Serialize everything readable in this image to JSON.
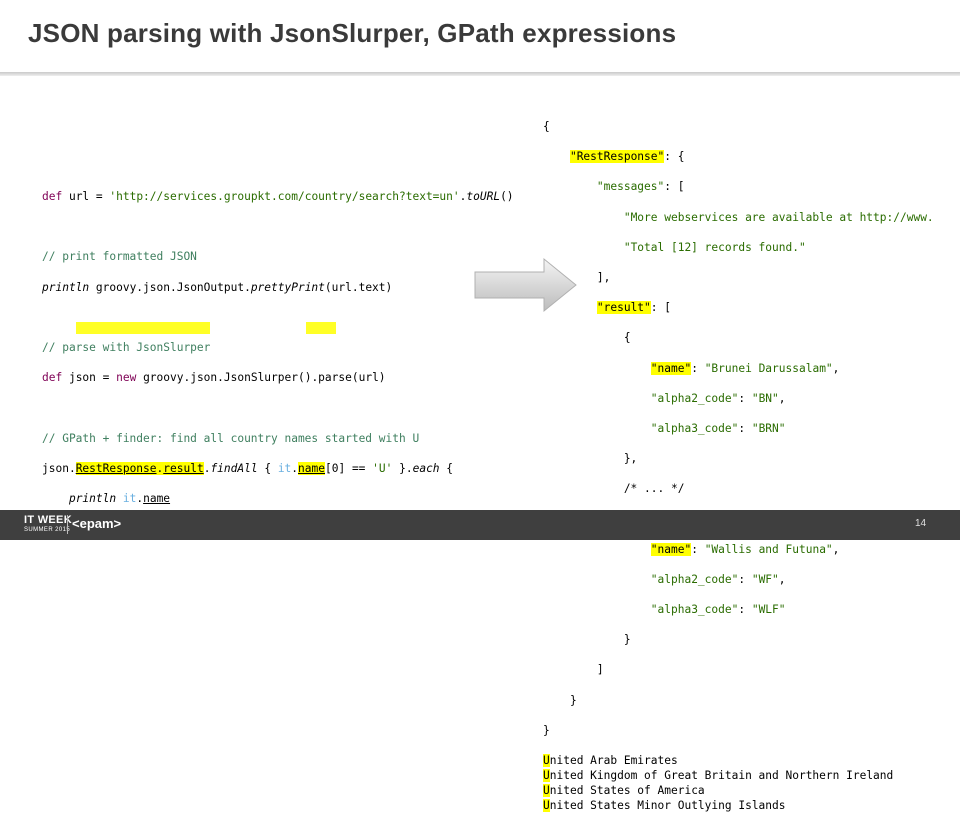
{
  "slide": {
    "title": "JSON parsing with JsonSlurper, GPath expressions",
    "page_number": "14"
  },
  "footer": {
    "logo_line1": "IT WEEK",
    "logo_line2": "SUMMER 2015",
    "brand": "<epam>"
  },
  "groovy": {
    "line1": {
      "kw": "def",
      "a": " url = ",
      "str": "'http://services.groupkt.com/country/search?text=un'",
      "b": ".",
      "fn": "toURL",
      "c": "()"
    },
    "line2": "// print formatted JSON",
    "line3": {
      "fn": "println",
      "a": " groovy.json.JsonOutput.",
      "fn2": "prettyPrint",
      "b": "(url.text)"
    },
    "line4": "// parse with JsonSlurper",
    "line5": {
      "kw": "def",
      "a": " json = ",
      "kw2": "new",
      "b": " groovy.json.JsonSlurper().parse(url)"
    },
    "line6": "// GPath + finder: find all country names started with U",
    "line7": {
      "a": "json.",
      "p1": "RestResponse",
      "b": ".",
      "p2": "result",
      "c": ".",
      "fn": "findAll",
      "d": " { ",
      "v1": "it",
      "e": ".",
      "p3": "name",
      "f": "[0] == ",
      "str": "'U'",
      "g": " }.",
      "fn2": "each",
      "h": " {"
    },
    "line8": {
      "indent": "    ",
      "fn": "println",
      "sp": " ",
      "v": "it",
      "dot": ".",
      "p": "name"
    },
    "line9": "}"
  },
  "json_output": {
    "l1": "{",
    "l2": {
      "indent": "    ",
      "key": "\"RestResponse\"",
      "rest": ": {"
    },
    "l3": {
      "indent": "        ",
      "key": "\"messages\"",
      "rest": ": ["
    },
    "l4": {
      "indent": "            ",
      "val": "\"More webservices are available at http://www."
    },
    "l5": {
      "indent": "            ",
      "val": "\"Total [12] records found.\""
    },
    "l6": "        ],",
    "l7": {
      "indent": "        ",
      "key": "\"result\"",
      "rest": ": ["
    },
    "l8": "            {",
    "l9": {
      "indent": "                ",
      "key": "\"name\"",
      "sep": ": ",
      "val": "\"Brunei Darussalam\"",
      "end": ","
    },
    "l10": {
      "indent": "                ",
      "key": "\"alpha2_code\"",
      "sep": ": ",
      "val": "\"BN\"",
      "end": ","
    },
    "l11": {
      "indent": "                ",
      "key": "\"alpha3_code\"",
      "sep": ": ",
      "val": "\"BRN\"",
      "end": ""
    },
    "l12": "            },",
    "l13": "            /* ... */",
    "l14": "            {",
    "l15": {
      "indent": "                ",
      "key": "\"name\"",
      "sep": ": ",
      "val": "\"Wallis and Futuna\"",
      "end": ","
    },
    "l16": {
      "indent": "                ",
      "key": "\"alpha2_code\"",
      "sep": ": ",
      "val": "\"WF\"",
      "end": ","
    },
    "l17": {
      "indent": "                ",
      "key": "\"alpha3_code\"",
      "sep": ": ",
      "val": "\"WLF\"",
      "end": ""
    },
    "l18": "            }",
    "l19": "        ]",
    "l20": "    }",
    "l21": "}"
  },
  "results": [
    "United Arab Emirates",
    "United Kingdom of Great Britain and Northern Ireland",
    "United States of America",
    "United States Minor Outlying Islands"
  ],
  "colors": {
    "highlight": "#ffff00",
    "comment": "#3f7f5f",
    "keyword": "#7f0055",
    "string": "#2a6c00",
    "closure_var": "#6ab0e0",
    "footer_bg": "#3f3f3f"
  },
  "icons": {
    "arrow": "right-arrow-icon"
  }
}
